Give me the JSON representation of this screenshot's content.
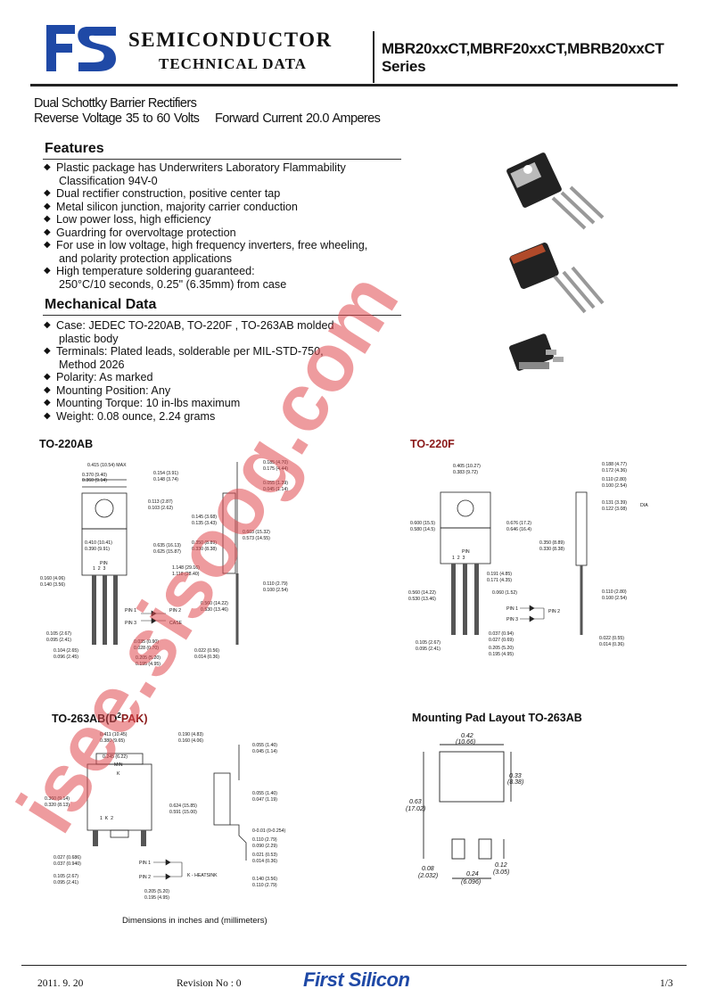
{
  "header": {
    "company_line1": "SEMICONDUCTOR",
    "company_line2": "TECHNICAL DATA",
    "series": "MBR20xxCT,MBRF20xxCT,MBRB20xxCT Series",
    "logo_color": "#1f49a6"
  },
  "subtitle": {
    "line1": "Dual Schottky Barrier Rectifiers",
    "line2": "Reverse Voltage 35 to 60 Volts    Forward Current 20.0 Amperes"
  },
  "features": {
    "heading": "Features",
    "items": [
      [
        "Plastic package has Underwriters Laboratory Flammability",
        "Classification 94V-0"
      ],
      [
        "Dual rectifier construction, positive center tap"
      ],
      [
        "Metal silicon junction, majority carrier conduction"
      ],
      [
        "Low power loss, high efficiency"
      ],
      [
        "Guardring for overvoltage protection"
      ],
      [
        "For use in low voltage, high frequency inverters, free wheeling,",
        "and polarity protection applications"
      ],
      [
        "High temperature soldering guaranteed:",
        "250°C/10 seconds, 0.25\" (6.35mm) from case"
      ]
    ]
  },
  "mechanical": {
    "heading": "Mechanical Data",
    "items": [
      [
        "Case: JEDEC TO-220AB, TO-220F , TO-263AB molded",
        "plastic body"
      ],
      [
        "Terminals: Plated leads, solderable per MIL-STD-750,",
        "Method 2026"
      ],
      [
        "Polarity: As marked"
      ],
      [
        "Mounting Position: Any"
      ],
      [
        "Mounting Torque: 10 in-lbs maximum"
      ],
      [
        "Weight: 0.08 ounce, 2.24 grams"
      ]
    ]
  },
  "packages": {
    "to220ab": {
      "label": "TO-220AB",
      "dims": {
        "a": "0.415 (10.54) MAX",
        "b": "0.370 (9.40)",
        "c": "0.360 (9.14)",
        "d": "0.154 (3.91)",
        "e": "0.148 (3.74)",
        "f": "0.113 (2.87)",
        "g": "0.103 (2.62)",
        "h": "0.145 (3.68)",
        "i": "0.135 (3.43)",
        "j": "0.410 (10.41)",
        "k": "0.390 (9.91)",
        "l": "0.635 (16.13)",
        "m": "0.625 (15.87)",
        "n": "0.350 (8.89)",
        "o": "0.330 (8.38)",
        "p": "1.148 (29.16)",
        "q": "1.118 (28.40)",
        "r": "0.160 (4.06)",
        "s": "0.140 (3.56)",
        "t": "0.560 (14.22)",
        "u": "0.530 (13.46)",
        "v": "0.105 (2.67)",
        "w": "0.095 (2.41)",
        "x": "0.035 (0.90)",
        "y": "0.028 (0.70)",
        "z": "0.104 (2.65)",
        "aa": "0.096 (2.45)",
        "ab": "0.205 (5.20)",
        "ac": "0.195 (4.95)",
        "ad": "0.022 (0.56)",
        "ae": "0.014 (0.36)",
        "af": "0.185 (4.70)",
        "ag": "0.175 (4.44)",
        "ah": "0.055 (1.39)",
        "ai": "0.045 (1.14)",
        "aj": "0.603 (15.32)",
        "ak": "0.573 (14.55)",
        "al": "0.110 (2.79)",
        "am": "0.100 (2.54)"
      },
      "pin_label": "PIN",
      "pins": "1  2  3",
      "pin1": "PIN 1",
      "pin2": "PIN 2",
      "pin3": "PIN 3",
      "case": "CASE"
    },
    "to220f": {
      "label": "TO-220F",
      "label_color": "#8b1a1a",
      "dims": {
        "a": "0.405 (10.27)",
        "b": "0.383 (9.72)",
        "c": "0.600 (15.5)",
        "d": "0.580 (14.5)",
        "e": "0.676 (17.2)",
        "f": "0.646 (16.4)",
        "g": "0.350 (8.89)",
        "h": "0.330 (8.38)",
        "i": "0.191 (4.85)",
        "j": "0.171 (4.35)",
        "k": "0.560 (14.22)",
        "l": "0.530 (13.46)",
        "m": "0.060 (1.52)",
        "n": "0.037 (0.94)",
        "o": "0.027 (0.69)",
        "p": "0.105 (2.67)",
        "q": "0.095 (2.41)",
        "r": "0.205 (5.20)",
        "s": "0.195 (4.95)",
        "t": "0.188 (4.77)",
        "u": "0.172 (4.36)",
        "v": "0.110 (2.80)",
        "w": "0.100 (2.54)",
        "x": "0.131 (3.39)",
        "y": "0.122 (3.08)",
        "z": "0.110 (2.80)",
        "aa": "0.100 (2.54)",
        "ab": "0.022 (0.55)",
        "ac": "0.014 (0.36)",
        "dia": "DIA"
      },
      "pin_label": "PIN",
      "pins": "1  2  3",
      "pin1": "PIN 1",
      "pin2": "PIN 2",
      "pin3": "PIN 3"
    },
    "to263ab": {
      "label_main": "TO-263AB(D",
      "label_sup": "2",
      "label_end": "PAK)",
      "label_end_color": "#8b1a1a",
      "dims": {
        "a": "0.411 (10.45)",
        "b": "0.380 (9.65)",
        "c": "0.245 (6.22)",
        "d": "MIN",
        "e": "0.360 (9.14)",
        "f": "0.320 (8.13)",
        "g": "0.624 (15.85)",
        "h": "0.591 (15.00)",
        "i": "0.190 (4.83)",
        "j": "0.160 (4.06)",
        "k": "0.055 (1.40)",
        "l": "0.045 (1.14)",
        "m": "0.055 (1.40)",
        "n": "0.047 (1.19)",
        "o": "0-0.01 (0-0.254)",
        "p": "0.110 (2.79)",
        "q": "0.090 (2.29)",
        "r": "0.021 (0.53)",
        "s": "0.014 (0.36)",
        "t": "0.027 (0.686)",
        "u": "0.037 (0.940)",
        "v": "0.105 (2.67)",
        "w": "0.095 (2.41)",
        "x": "0.205 (5.20)",
        "y": "0.195 (4.95)",
        "z": "0.140 (3.56)",
        "aa": "0.110 (2.79)",
        "k_mark": "K",
        "pins": "1  K  2",
        "heatsink": "K - HEATSINK"
      },
      "pin1": "PIN 1",
      "pin2": "PIN 2"
    },
    "mounting": {
      "label": "Mounting Pad Layout TO-263AB",
      "dims": {
        "w": "0.42",
        "wmm": "(10.66)",
        "h": "0.33",
        "hmm": "(8.38)",
        "t": "0.63",
        "tmm": "(17.02)",
        "p": "0.08",
        "pmm": "(2.032)",
        "s": "0.24",
        "smm": "(6.096)",
        "q": "0.12",
        "qmm": "(3.05)"
      }
    },
    "note": "Dimensions in inches and (millimeters)"
  },
  "watermark": {
    "text": "isee.sisoog.com",
    "color": "#e0484f"
  },
  "footer": {
    "date": "2011. 9. 20",
    "revision": "Revision No : 0",
    "brand": "First Silicon",
    "page": "1/3"
  }
}
